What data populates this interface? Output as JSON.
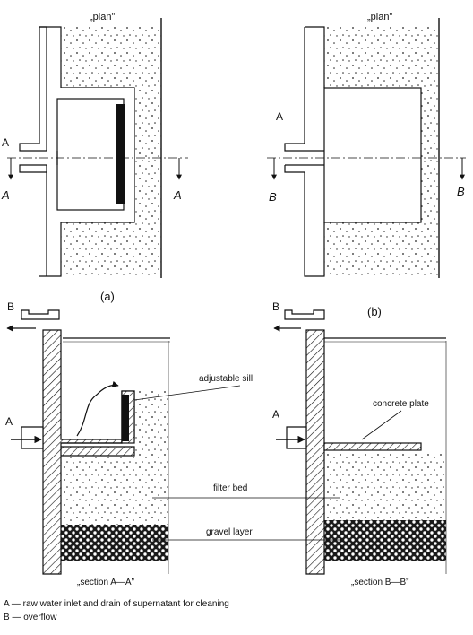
{
  "labels": {
    "plan_a": "„plan”",
    "plan_b": "„plan”",
    "panel_a": "(a)",
    "panel_b": "(b)",
    "adjustable_sill": "adjustable sill",
    "concrete_plate": "concrete plate",
    "filter_bed": "filter bed",
    "gravel_layer": "gravel layer",
    "section_aa": "„section A—A”",
    "section_bb": "„section B—B”",
    "A": "A",
    "B": "B"
  },
  "legend": {
    "line1": "A — raw water inlet and drain of supernatant for cleaning",
    "line2": "B — overflow"
  }
}
